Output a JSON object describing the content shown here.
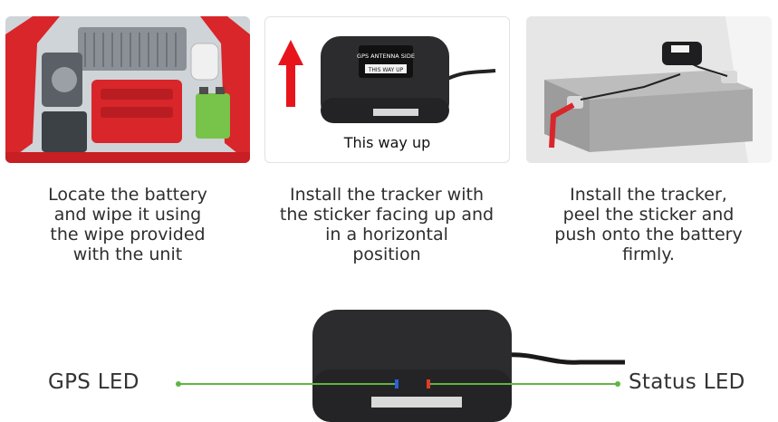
{
  "steps": [
    {
      "caption_lines": [
        "Locate the battery",
        "and wipe it using",
        "the wipe provided",
        "with the unit"
      ]
    },
    {
      "caption_lines": [
        "Install the tracker with",
        "the sticker facing up and",
        "in a horizontal",
        "position"
      ],
      "inset_text": "This way up",
      "device_sticker_top": "GPS ANTENNA SIDE",
      "device_sticker_bottom": "THIS WAY UP"
    },
    {
      "caption_lines": [
        "Install the tracker,",
        "peel the sticker and",
        "push onto the battery",
        "firmly."
      ]
    }
  ],
  "leds": {
    "gps_label": "GPS LED",
    "status_label": "Status LED",
    "gps_color": "#2f5fd8",
    "status_color": "#e23a2a",
    "line_color": "#5fb544"
  },
  "colors": {
    "arrow": "#e8141c",
    "car_red": "#d8262b",
    "device": "#2c2c2e"
  }
}
